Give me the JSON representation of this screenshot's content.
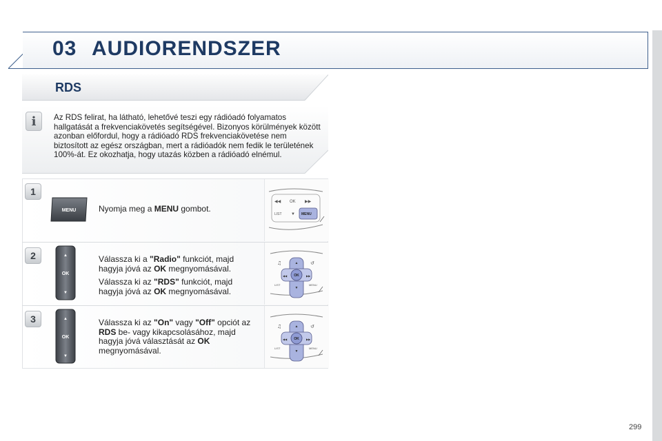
{
  "header": {
    "chapter_number": "03",
    "chapter_title": "AUDIORENDSZER"
  },
  "section": {
    "title": "RDS"
  },
  "info": {
    "text": "Az RDS felirat, ha látható, lehetővé teszi egy rádióadó folyamatos hallgatását a frekvenciakövetés segítségével. Bizonyos körülmények között azonban előfordul, hogy a rádióadó RDS frekvenciakövetése nem biztosított az egész országban, mert a rádióadók nem fedik le területének 100%-át. Ez okozhatja, hogy utazás közben a rádióadó elnémul."
  },
  "steps": [
    {
      "number": "1",
      "button_label": "MENU",
      "t1": "Nyomja meg a ",
      "b1": "MENU",
      "t2": " gombot."
    },
    {
      "number": "2",
      "button_label": "OK",
      "p1_a": "Válassza ki a ",
      "p1_b": "\"Radio\"",
      "p1_c": " funkciót, majd hagyja jóvá az ",
      "p1_d": "OK",
      "p1_e": " megnyomásával.",
      "p2_a": "Válassza ki az ",
      "p2_b": "\"RDS\"",
      "p2_c": " funkciót, majd hagyja jóvá az ",
      "p2_d": "OK",
      "p2_e": " megnyomásával."
    },
    {
      "number": "3",
      "button_label": "OK",
      "a": "Válassza ki az ",
      "b": "\"On\"",
      "c": " vagy ",
      "d": "\"Off\"",
      "e": " opciót az ",
      "f": "RDS",
      "g": " be- vagy kikapcsolásához, majd hagyja jóvá választását az ",
      "h": "OK",
      "i": " megnyomásával."
    }
  ],
  "control_panel": {
    "ok": "OK",
    "list": "LIST",
    "menu": "MENU"
  },
  "page_number": "299"
}
